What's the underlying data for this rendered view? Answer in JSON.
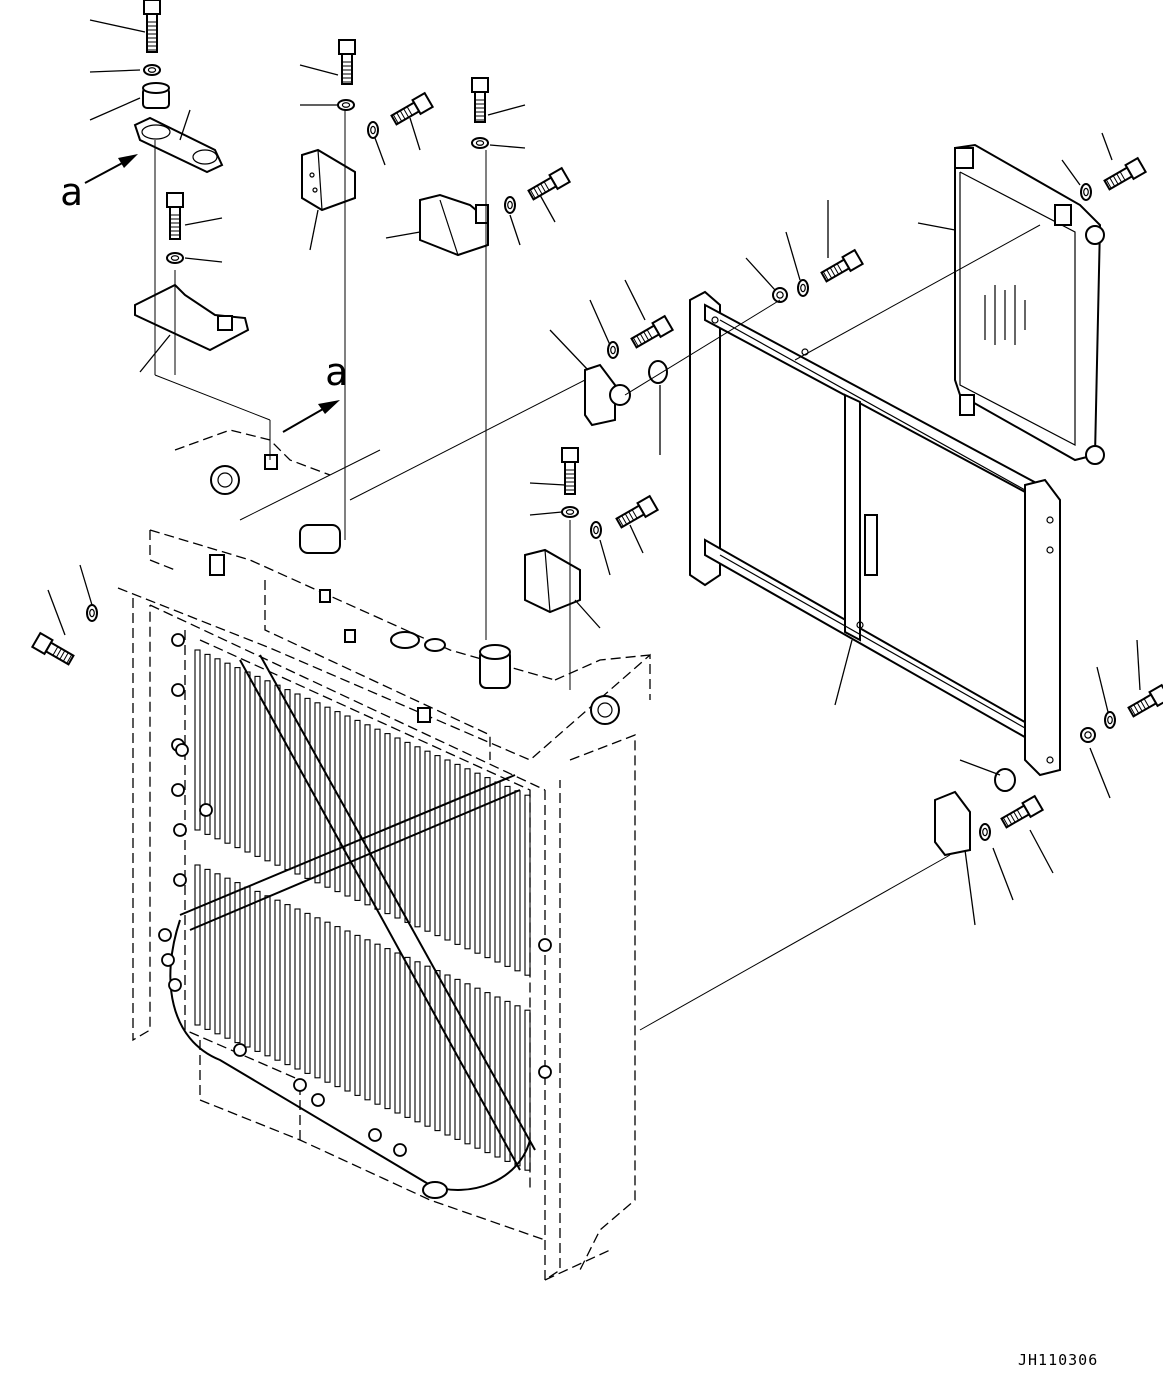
{
  "diagram": {
    "drawing_code": "JH110306",
    "view_marker": "a",
    "view_marker_target": "a"
  }
}
